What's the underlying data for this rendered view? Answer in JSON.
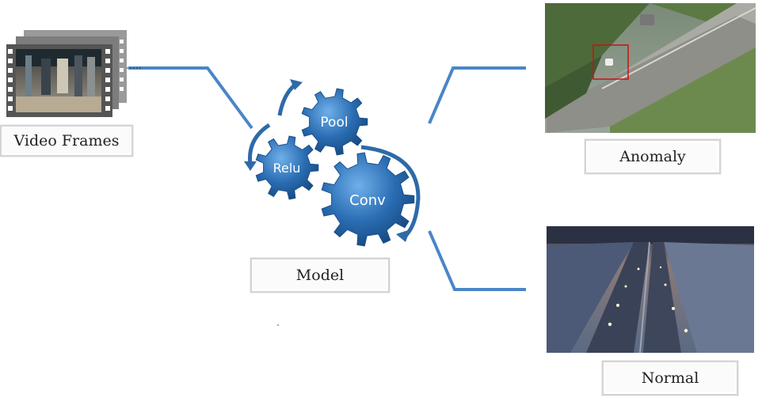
{
  "input": {
    "label": "Video Frames"
  },
  "model": {
    "label": "Model",
    "gears": [
      {
        "key": "pool",
        "label": "Pool"
      },
      {
        "key": "relu",
        "label": "Relu"
      },
      {
        "key": "conv",
        "label": "Conv"
      }
    ]
  },
  "outputs": [
    {
      "key": "anomaly",
      "label": "Anomaly"
    },
    {
      "key": "normal",
      "label": "Normal"
    }
  ],
  "colors": {
    "connector": "#4a86c8",
    "gear": "#2a6db3",
    "arrow": "#2e6aa8"
  }
}
